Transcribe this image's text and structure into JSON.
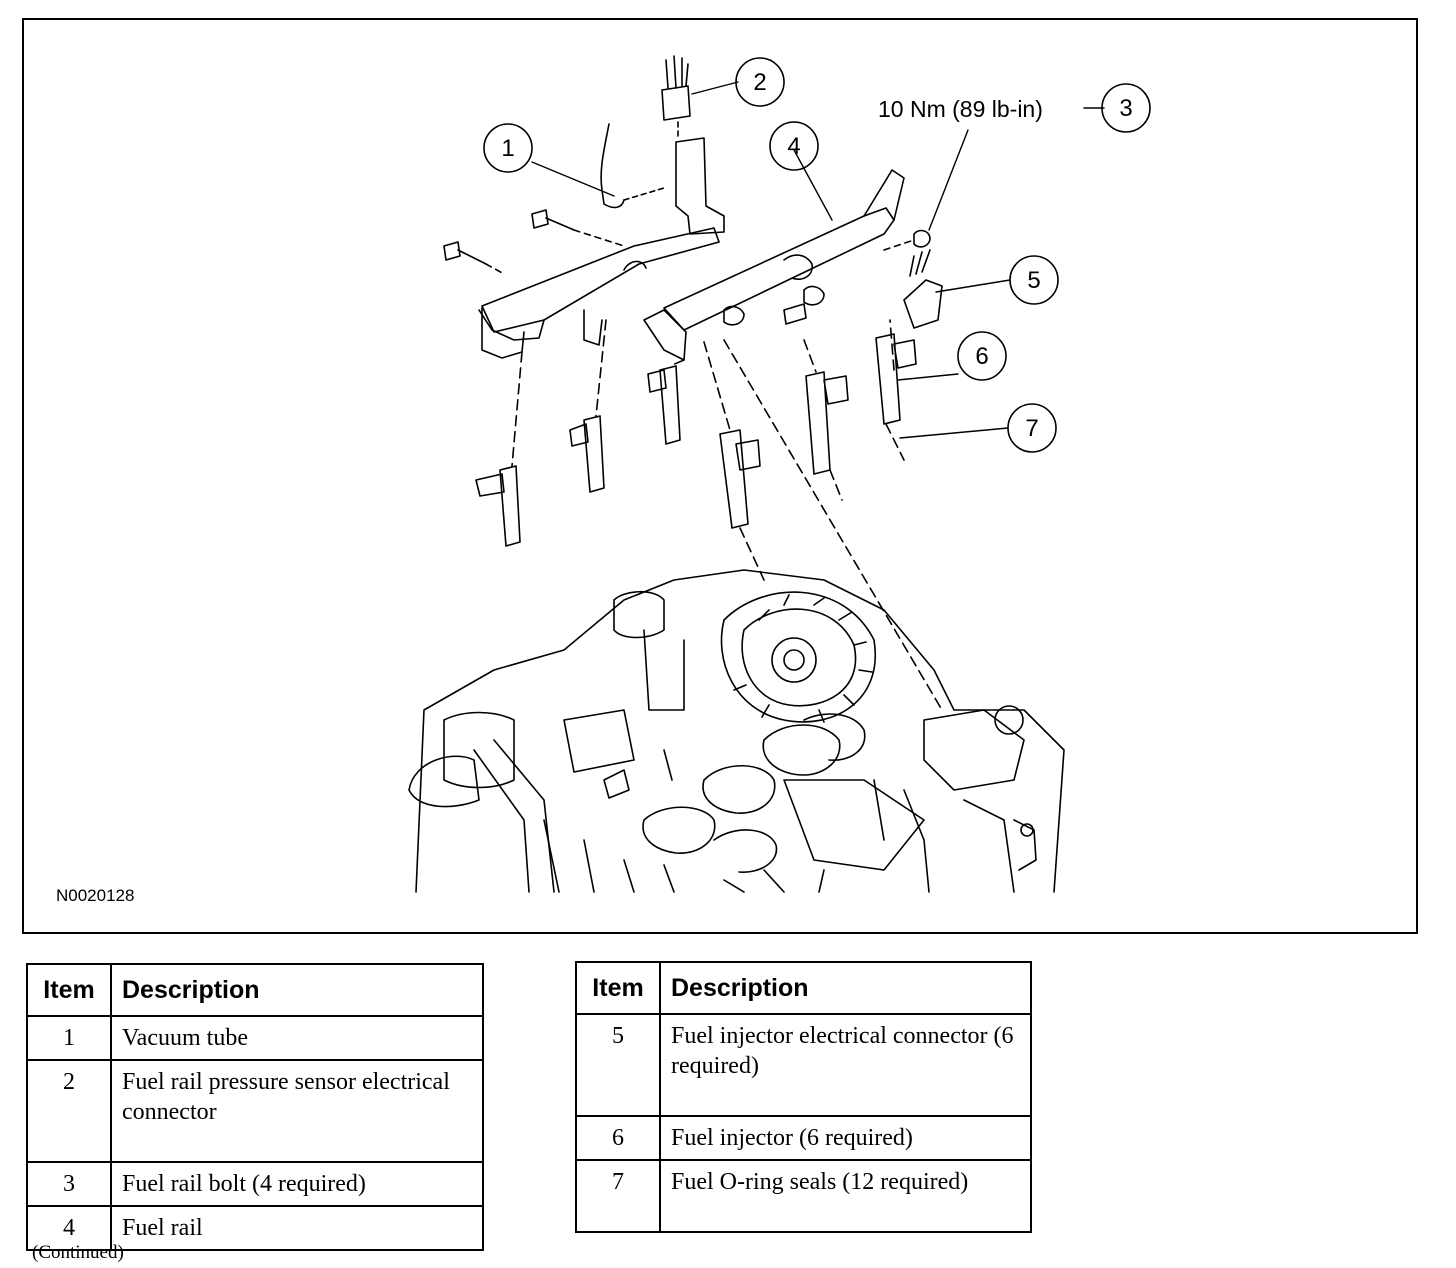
{
  "figure": {
    "code": "N0020128",
    "torque_label": "10 Nm (89 lb-in)",
    "callouts": [
      "1",
      "2",
      "3",
      "4",
      "5",
      "6",
      "7"
    ]
  },
  "legend_tables": [
    {
      "headers": {
        "item": "Item",
        "description": "Description"
      },
      "rows": [
        {
          "item": "1",
          "description": "Vacuum tube"
        },
        {
          "item": "2",
          "description": "Fuel rail pressure sensor electrical connector"
        },
        {
          "item": "3",
          "description": "Fuel rail bolt (4 required)"
        },
        {
          "item": "4",
          "description": "Fuel rail"
        }
      ]
    },
    {
      "headers": {
        "item": "Item",
        "description": "Description"
      },
      "rows": [
        {
          "item": "5",
          "description": "Fuel injector electrical connector (6 required)"
        },
        {
          "item": "6",
          "description": "Fuel injector (6 required)"
        },
        {
          "item": "7",
          "description": "Fuel O-ring seals (12 required)"
        }
      ]
    }
  ],
  "footer": {
    "continued": "(Continued)"
  }
}
